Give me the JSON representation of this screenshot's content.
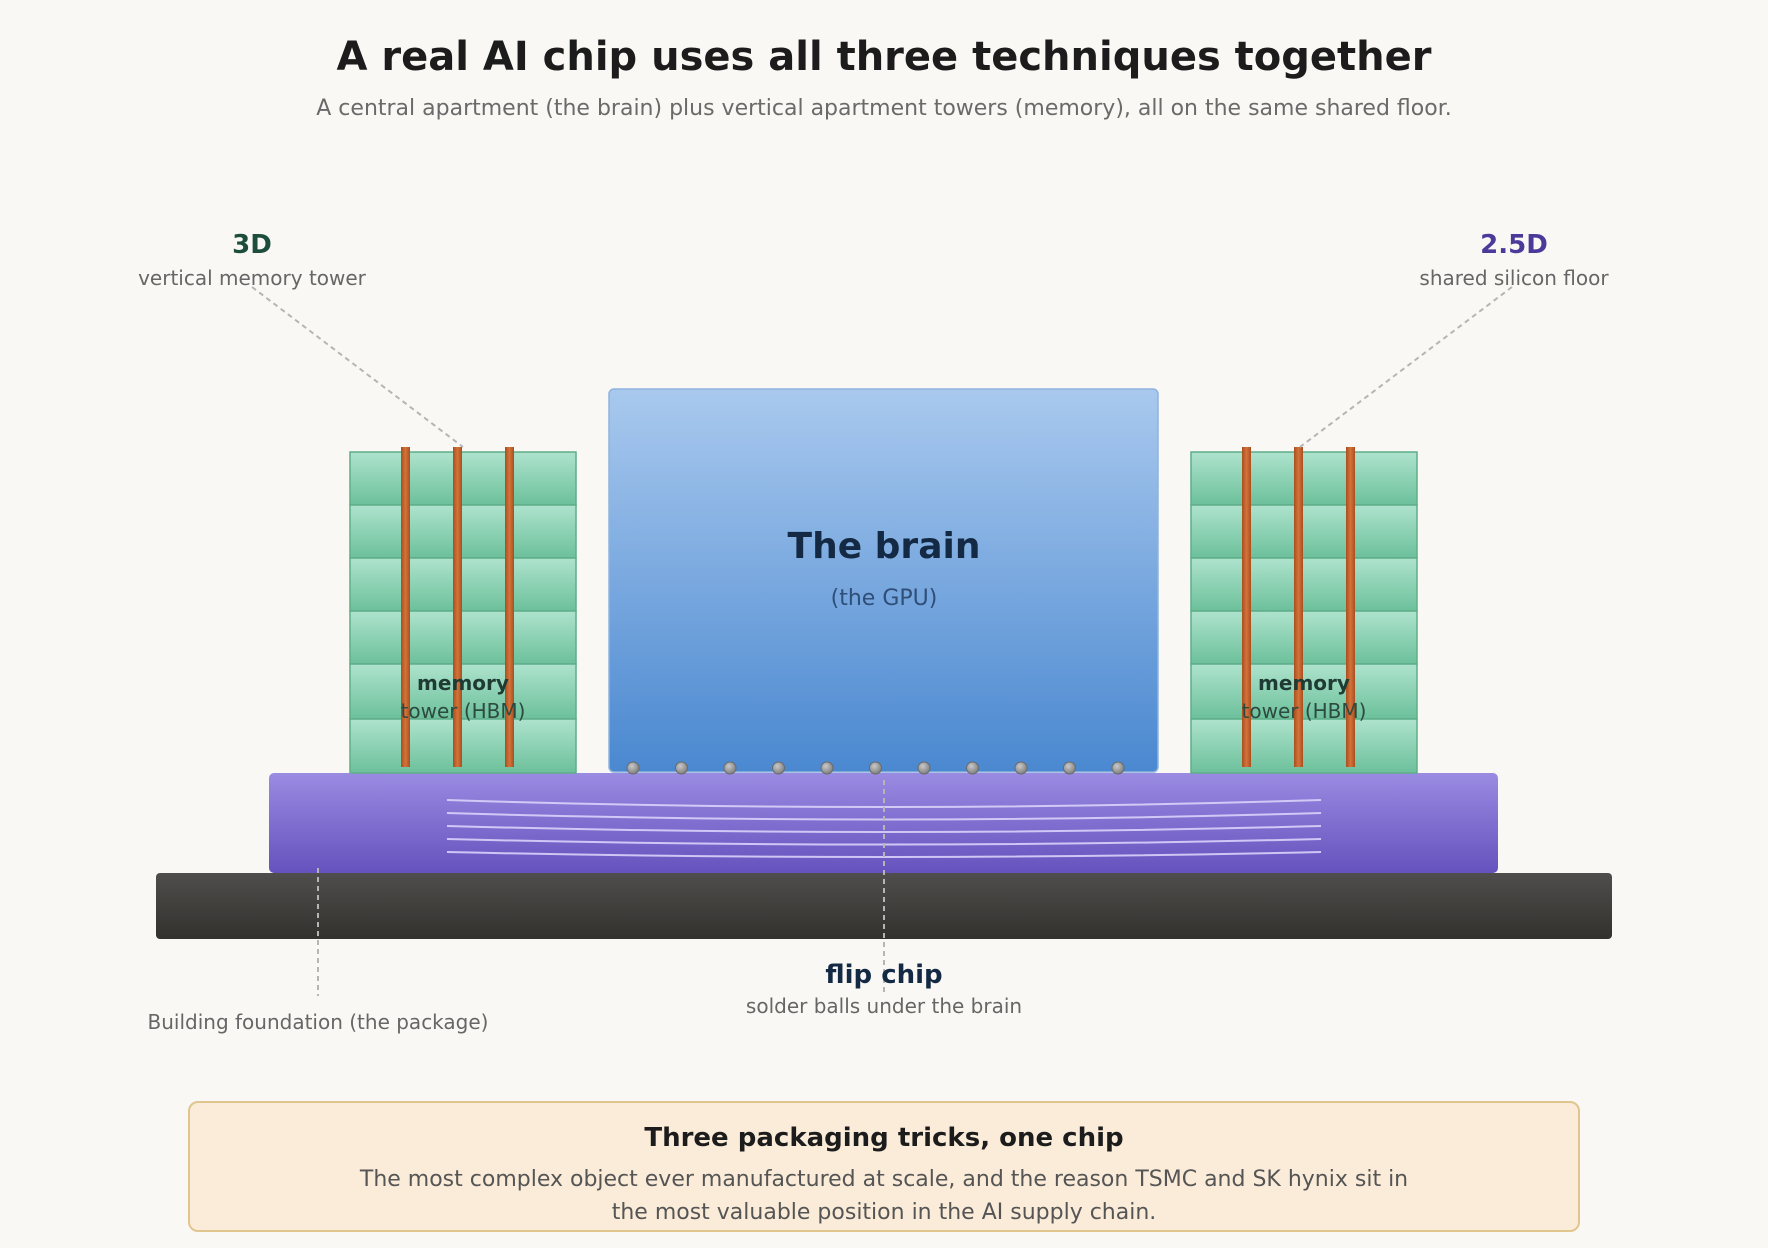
{
  "title": "A real AI chip uses all three techniques together",
  "subtitle": "A central apartment (the brain) plus vertical apartment towers (memory), all on the same shared floor.",
  "labels": {
    "three_d": {
      "heading": "3D",
      "caption": "vertical memory tower"
    },
    "two_five_d": {
      "heading": "2.5D",
      "caption": "shared silicon floor"
    },
    "flip_chip": {
      "heading": "flip chip",
      "caption": "solder balls under the brain"
    },
    "foundation": "Building foundation (the package)"
  },
  "gpu": {
    "title": "The brain",
    "subtitle": "(the GPU)"
  },
  "memory_left": {
    "line1": "memory",
    "line2": "tower (HBM)"
  },
  "memory_right": {
    "line1": "memory",
    "line2": "tower (HBM)"
  },
  "callout": {
    "title": "Three packaging tricks, one chip",
    "body_line1": "The most complex object ever manufactured at scale, and the reason TSMC and SK hynix sit in",
    "body_line2": "the most valuable position in the AI supply chain."
  },
  "colors": {
    "three_d_accent": "#1d4d3c",
    "two_five_d_accent": "#4b3a99",
    "flip_chip_accent": "#142a44",
    "gpu_top": "#a9c9ee",
    "gpu_bottom": "#4a88d0",
    "memory_light": "#a9e2c9",
    "memory_dark": "#6ec19c",
    "tsv": "#c0602a",
    "interposer_top": "#9a8be2",
    "interposer_bottom": "#6652bd",
    "package_top": "#4e4d4b",
    "package_bottom": "#34322f"
  }
}
